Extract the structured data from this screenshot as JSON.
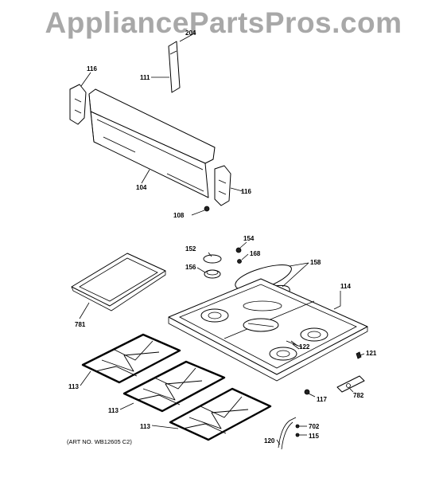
{
  "watermark": "AppliancePartsPros.com",
  "art_number": "(ART NO. WB12605 C2)",
  "callouts": [
    {
      "id": "c204",
      "label": "204"
    },
    {
      "id": "c111",
      "label": "111"
    },
    {
      "id": "c116a",
      "label": "116"
    },
    {
      "id": "c104",
      "label": "104"
    },
    {
      "id": "c116b",
      "label": "116"
    },
    {
      "id": "c108",
      "label": "108"
    },
    {
      "id": "c154",
      "label": "154"
    },
    {
      "id": "c152",
      "label": "152"
    },
    {
      "id": "c168",
      "label": "168"
    },
    {
      "id": "c156",
      "label": "156"
    },
    {
      "id": "c158",
      "label": "158"
    },
    {
      "id": "c114",
      "label": "114"
    },
    {
      "id": "c781",
      "label": "781"
    },
    {
      "id": "c122",
      "label": "122"
    },
    {
      "id": "c121",
      "label": "121"
    },
    {
      "id": "c113a",
      "label": "113"
    },
    {
      "id": "c117",
      "label": "117"
    },
    {
      "id": "c782",
      "label": "782"
    },
    {
      "id": "c113b",
      "label": "113"
    },
    {
      "id": "c702",
      "label": "702"
    },
    {
      "id": "c113c",
      "label": "113"
    },
    {
      "id": "c115",
      "label": "115"
    },
    {
      "id": "c120",
      "label": "120"
    }
  ]
}
